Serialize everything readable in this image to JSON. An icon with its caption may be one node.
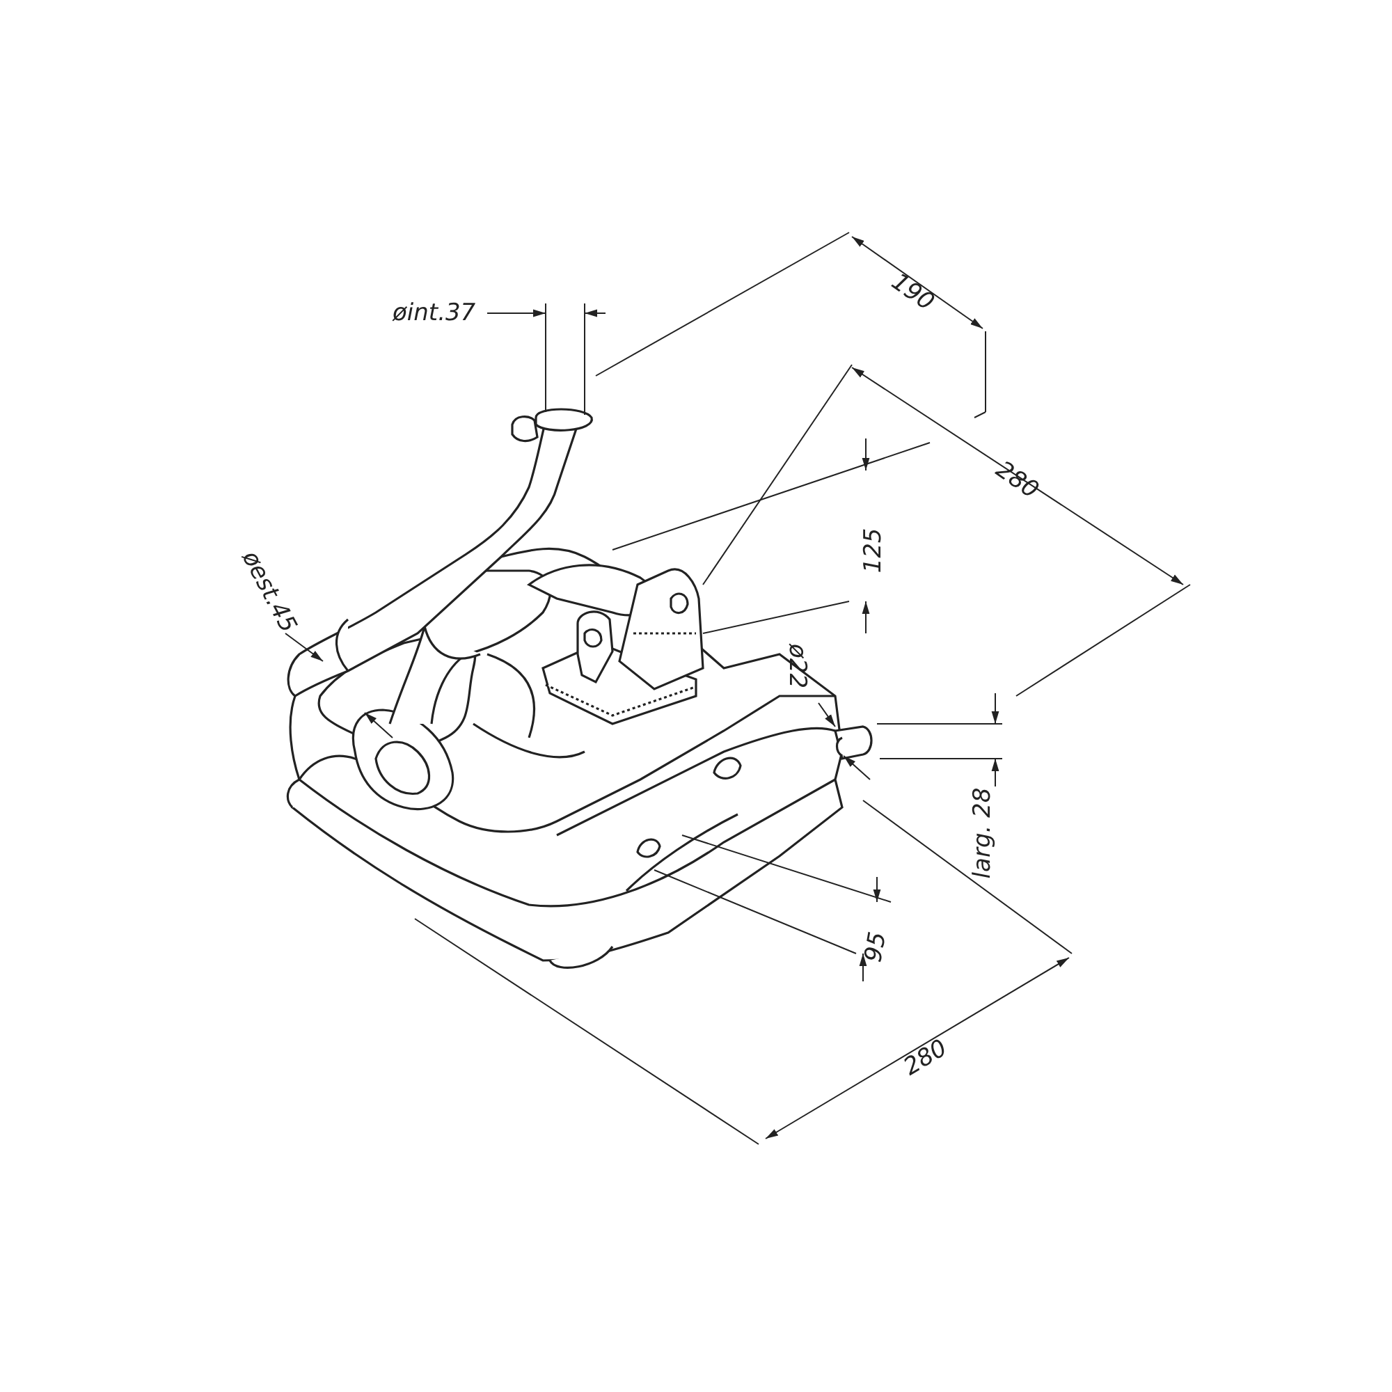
{
  "diagram": {
    "labels": [
      "190",
      "øint.37",
      "280",
      "125",
      "øest.45",
      "ø22",
      "larg. 28",
      "95",
      "280"
    ]
  }
}
